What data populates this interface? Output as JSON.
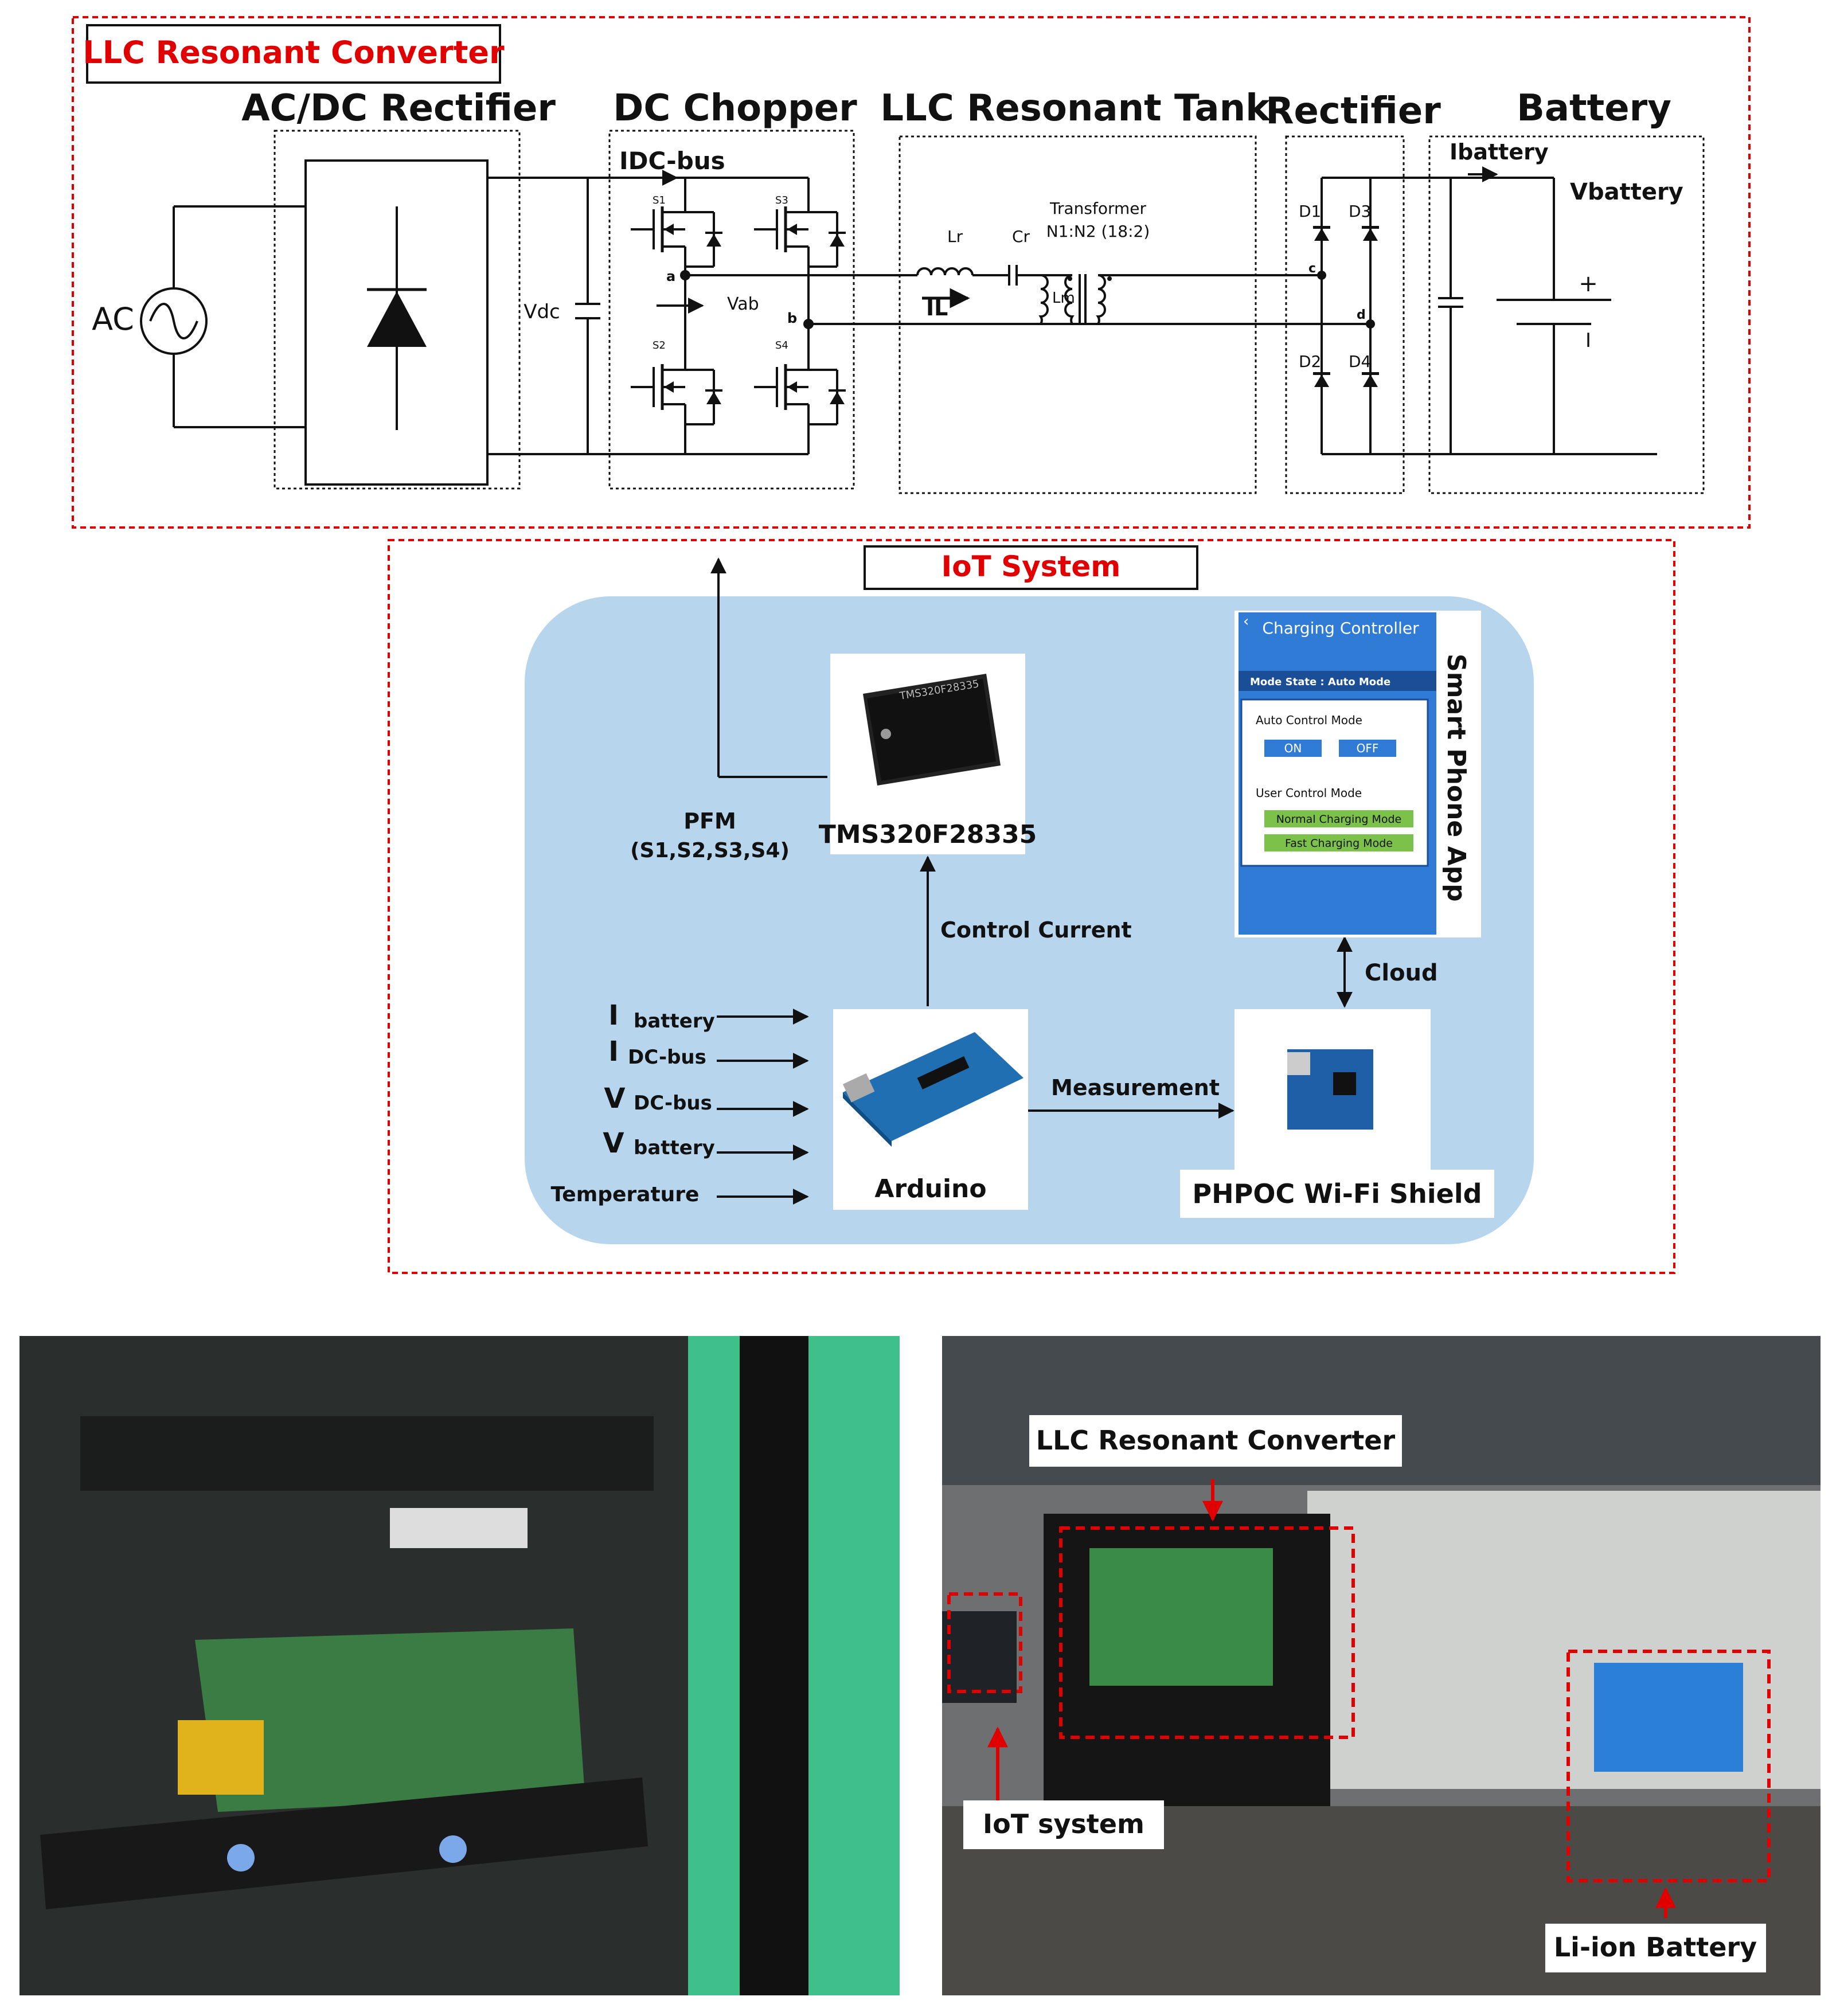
{
  "llc": {
    "title": "LLC Resonant Converter",
    "sections": {
      "acdc": "AC/DC Rectifier",
      "chopper": "DC Chopper",
      "tank": "LLC Resonant Tank",
      "rectifier": "Rectifier",
      "battery": "Battery"
    },
    "labels": {
      "ac": "AC",
      "vdc": "Vdc",
      "idcbus": "IDC-bus",
      "s1": "S1",
      "s2": "S2",
      "s3": "S3",
      "s4": "S4",
      "a": "a",
      "b": "b",
      "c": "c",
      "d": "d",
      "vab": "Vab",
      "lr": "Lr",
      "cr": "Cr",
      "il": "IL",
      "lm": "Lm",
      "transformer": "Transformer",
      "ratio": "N1:N2 (18:2)",
      "d1": "D1",
      "d2": "D2",
      "d3": "D3",
      "d4": "D4",
      "ibattery": "Ibattery",
      "vbattery": "Vbattery",
      "plus": "+",
      "minus": "I"
    }
  },
  "iot": {
    "title": "IoT System",
    "dsp_chip_marking": "TMS320F28335",
    "dsp_label": "TMS320F28335",
    "pfm": "PFM",
    "pfm_switches": "(S1,S2,S3,S4)",
    "control_current": "Control Current",
    "measurement": "Measurement",
    "cloud": "Cloud",
    "arduino": "Arduino",
    "shield": "PHPOC Wi-Fi Shield",
    "smartphone_label": "Smart Phone App",
    "inputs": [
      {
        "main": "I",
        "sub": "battery"
      },
      {
        "main": "I",
        "sub": "DC-bus"
      },
      {
        "main": "V",
        "sub": "DC-bus"
      },
      {
        "main": "V",
        "sub": "battery"
      },
      {
        "main": "Temperature",
        "sub": ""
      }
    ],
    "app": {
      "header": "Charging Controller",
      "mode_state": "Mode State : Auto Mode",
      "auto_label": "Auto Control Mode",
      "on": "ON",
      "off": "OFF",
      "user_label": "User Control Mode",
      "normal": "Normal Charging Mode",
      "fast": "Fast Charging Mode"
    }
  },
  "photo": {
    "callout_llc": "LLC Resonant Converter",
    "callout_iot": "IoT system",
    "callout_battery": "Li-ion Battery"
  },
  "colors": {
    "accent_red": "#e00000",
    "panel_blue": "#b7d6ee",
    "app_blue": "#2f7bd5",
    "app_green": "#7cc14a"
  }
}
